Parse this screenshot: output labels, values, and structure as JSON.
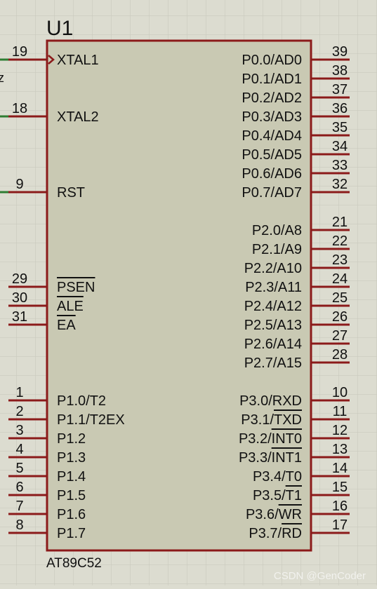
{
  "component": {
    "ref": "U1",
    "part": "AT89C52"
  },
  "left_pins": [
    {
      "number": "19",
      "label": "XTAL1",
      "clock": true,
      "wire": "#2e7d32"
    },
    {
      "number": "18",
      "label": "XTAL2",
      "wire": "#2e7d32"
    },
    {
      "number": "9",
      "label": "RST",
      "wire": "#2e7d32"
    },
    {
      "number": "29",
      "label": "PSEN",
      "overline": "PSEN"
    },
    {
      "number": "30",
      "label": "ALE",
      "overline": "ALE"
    },
    {
      "number": "31",
      "label": "EA",
      "overline": "EA"
    },
    {
      "number": "1",
      "label": "P1.0/T2"
    },
    {
      "number": "2",
      "label": "P1.1/T2EX"
    },
    {
      "number": "3",
      "label": "P1.2"
    },
    {
      "number": "4",
      "label": "P1.3"
    },
    {
      "number": "5",
      "label": "P1.4"
    },
    {
      "number": "6",
      "label": "P1.5"
    },
    {
      "number": "7",
      "label": "P1.6"
    },
    {
      "number": "8",
      "label": "P1.7"
    }
  ],
  "right_pins": [
    {
      "number": "39",
      "label": "P0.0/AD0"
    },
    {
      "number": "38",
      "label": "P0.1/AD1"
    },
    {
      "number": "37",
      "label": "P0.2/AD2"
    },
    {
      "number": "36",
      "label": "P0.3/AD3"
    },
    {
      "number": "35",
      "label": "P0.4/AD4"
    },
    {
      "number": "34",
      "label": "P0.5/AD5"
    },
    {
      "number": "33",
      "label": "P0.6/AD6"
    },
    {
      "number": "32",
      "label": "P0.7/AD7"
    },
    {
      "number": "21",
      "label": "P2.0/A8"
    },
    {
      "number": "22",
      "label": "P2.1/A9"
    },
    {
      "number": "23",
      "label": "P2.2/A10"
    },
    {
      "number": "24",
      "label": "P2.3/A11"
    },
    {
      "number": "25",
      "label": "P2.4/A12"
    },
    {
      "number": "26",
      "label": "P2.5/A13"
    },
    {
      "number": "27",
      "label": "P2.6/A14"
    },
    {
      "number": "28",
      "label": "P2.7/A15"
    },
    {
      "number": "10",
      "label": "P3.0/RXD"
    },
    {
      "number": "11",
      "label": "P3.1/TXD",
      "overline": "TXD"
    },
    {
      "number": "12",
      "label": "P3.2/INT0",
      "overline": "INT0"
    },
    {
      "number": "13",
      "label": "P3.3/INT1",
      "overline": "INT1"
    },
    {
      "number": "14",
      "label": "P3.4/T0"
    },
    {
      "number": "15",
      "label": "P3.5/T1",
      "overline": "T1"
    },
    {
      "number": "16",
      "label": "P3.6/WR",
      "overline": "WR"
    },
    {
      "number": "17",
      "label": "P3.7/RD",
      "overline": "RD"
    }
  ],
  "edge_fragment": "z",
  "watermark": "CSDN @GenCoder",
  "colors": {
    "background": "#dcdcd0",
    "grid": "#c6c6ba",
    "body_fill": "#c9c9b3",
    "outline": "#8b1a1a",
    "text": "#111111",
    "wire": "#2e7d32",
    "watermark": "#f2f2ee"
  }
}
